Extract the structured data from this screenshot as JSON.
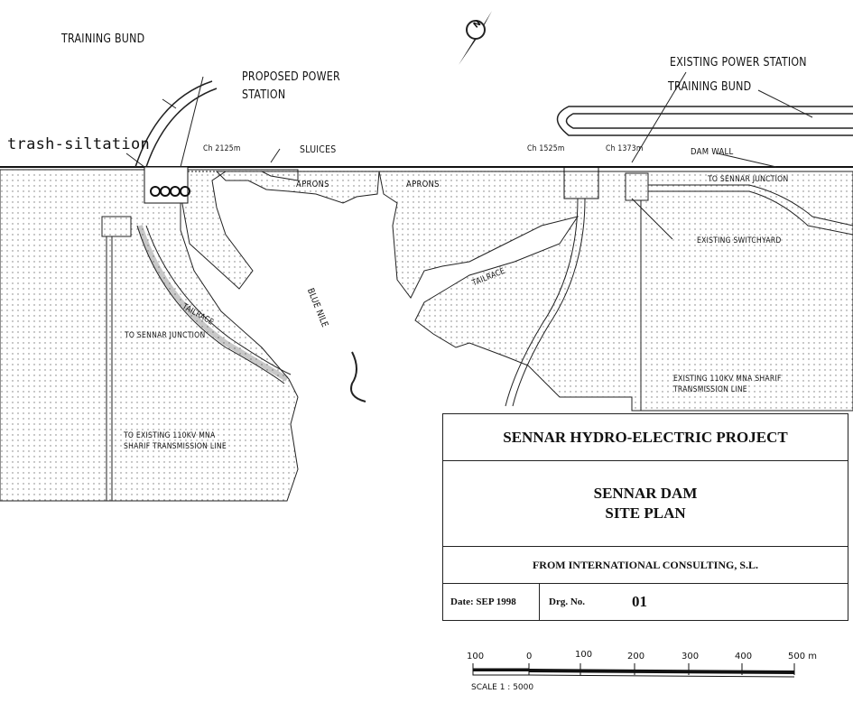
{
  "labels": {
    "training_bund_left": "TRAINING BUND",
    "proposed_power_station": [
      "PROPOSED POWER",
      "STATION"
    ],
    "trash_siltation": "trash-siltation",
    "ch_2125": "Ch 2125m",
    "sluices": "SLUICES",
    "aprons_1": "APRONS",
    "aprons_2": "APRONS",
    "ch_1525": "Ch 1525m",
    "ch_1373": "Ch 1373m",
    "existing_power_station": "EXISTING POWER STATION",
    "training_bund_right": "TRAINING BUND",
    "dam_wall": "DAM WALL",
    "to_sennar_junction_right": "TO SENNAR JUNCTION",
    "existing_switchyard": "EXISTING SWITCHYARD",
    "tailrace_left": "TAILRACE",
    "tailrace_right": "TAILRACE",
    "blue_nile": "BLUE NILE",
    "to_sennar_junction_left": "TO SENNAR JUNCTION",
    "to_existing_line_left": [
      "TO EXISTING 110KV MNA",
      "SHARIF TRANSMISSION LINE"
    ],
    "existing_line_right": [
      "EXISTING 110KV MNA SHARIF",
      "TRANSMISSION LINE"
    ],
    "north_arrow": "N"
  },
  "title_block": {
    "project": "SENNAR HYDRO-ELECTRIC PROJECT",
    "drawing_title": [
      "SENNAR DAM",
      "SITE PLAN"
    ],
    "source": "FROM INTERNATIONAL CONSULTING, S.L.",
    "date_label": "Date:",
    "date": "SEP 1998",
    "drg_label": "Drg. No.",
    "drg_no": "01"
  },
  "scale_bar": {
    "ticks": [
      "100",
      "0",
      "100",
      "200",
      "300",
      "400",
      "500 m"
    ],
    "caption": "SCALE  1 : 5000"
  }
}
